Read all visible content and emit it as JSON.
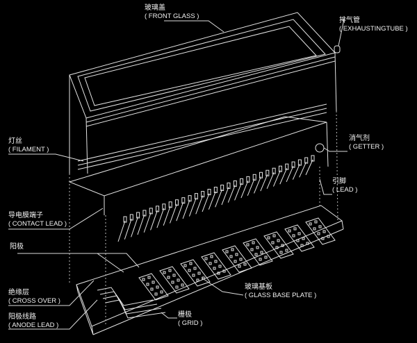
{
  "labels": {
    "front_glass": {
      "cn": "玻璃盖",
      "en": "( FRONT GLASS )"
    },
    "exhausting_tube": {
      "cn": "排气管",
      "en": "( EXHAUSTINGTUBE )"
    },
    "filament": {
      "cn": "灯丝",
      "en": "( FILAMENT )"
    },
    "getter": {
      "cn": "消气剂",
      "en": "( GETTER )"
    },
    "lead": {
      "cn": "引脚",
      "en": "( LEAD )"
    },
    "contact_lead": {
      "cn": "导电膜端子",
      "en": "( CONTACT LEAD )"
    },
    "anode": {
      "cn": "阳极"
    },
    "cross_over": {
      "cn": "绝缘层",
      "en": "( CROSS OVER )"
    },
    "anode_lead": {
      "cn": "阳极线路",
      "en": "( ANODE LEAD )"
    },
    "glass_base_plate": {
      "cn": "玻璃基板",
      "en": "( GLASS BASE PLATE )"
    },
    "grid": {
      "cn": "栅极",
      "en": "( GRID )"
    }
  },
  "colors": {
    "background": "#000000",
    "line": "#e8e8e8"
  }
}
